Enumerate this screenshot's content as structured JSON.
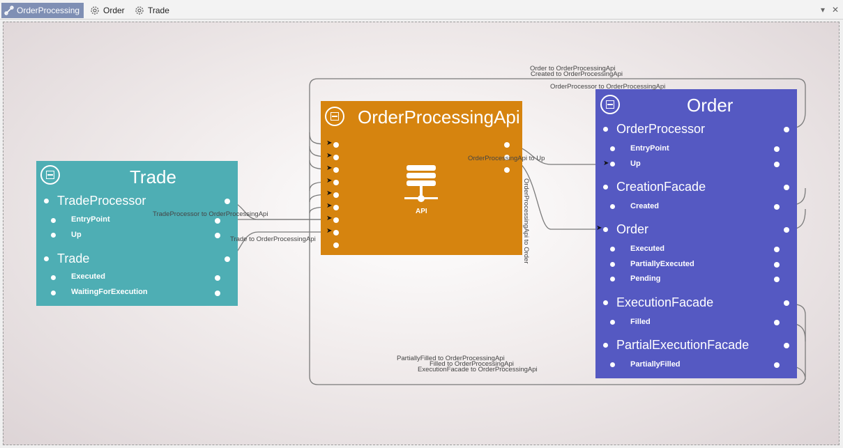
{
  "tabs": [
    {
      "label": "OrderProcessing",
      "icon": "link-icon"
    },
    {
      "label": "Order",
      "icon": "gear-icon"
    },
    {
      "label": "Trade",
      "icon": "gear-icon"
    }
  ],
  "window_controls": {
    "dropdown": "▾",
    "close": "✕"
  },
  "nodes": {
    "trade": {
      "title": "Trade",
      "groups": [
        {
          "label": "TradeProcessor",
          "items": [
            "EntryPoint",
            "Up"
          ]
        },
        {
          "label": "Trade",
          "items": [
            "Executed",
            "WaitingForExecution"
          ]
        }
      ]
    },
    "api": {
      "title": "OrderProcessingApi",
      "icon_label": "API"
    },
    "order": {
      "title": "Order",
      "groups": [
        {
          "label": "OrderProcessor",
          "items": [
            "EntryPoint",
            "Up"
          ]
        },
        {
          "label": "CreationFacade",
          "items": [
            "Created"
          ]
        },
        {
          "label": "Order",
          "items": [
            "Executed",
            "PartiallyExecuted",
            "Pending"
          ]
        },
        {
          "label": "ExecutionFacade",
          "items": [
            "Filled"
          ]
        },
        {
          "label": "PartialExecutionFacade",
          "items": [
            "PartiallyFilled"
          ]
        }
      ]
    }
  },
  "connections": {
    "order_to_api": "Order to OrderProcessingApi",
    "created_to_api": "Created to OrderProcessingApi",
    "orderprocessor_to_api": "OrderProcessor to OrderProcessingApi",
    "api_to_up": "OrderProcessingApi to Up",
    "api_to_order": "OrderProcessingApi to Order",
    "tradeprocessor_to_api": "TradeProcessor to OrderProcessingApi",
    "trade_to_api": "Trade to OrderProcessingApi",
    "partiallyfilled_to_api": "PartiallyFilled to OrderProcessingApi",
    "filled_to_api": "Filled to OrderProcessingApi",
    "executionfacade_to_api": "ExecutionFacade to OrderProcessingApi"
  }
}
